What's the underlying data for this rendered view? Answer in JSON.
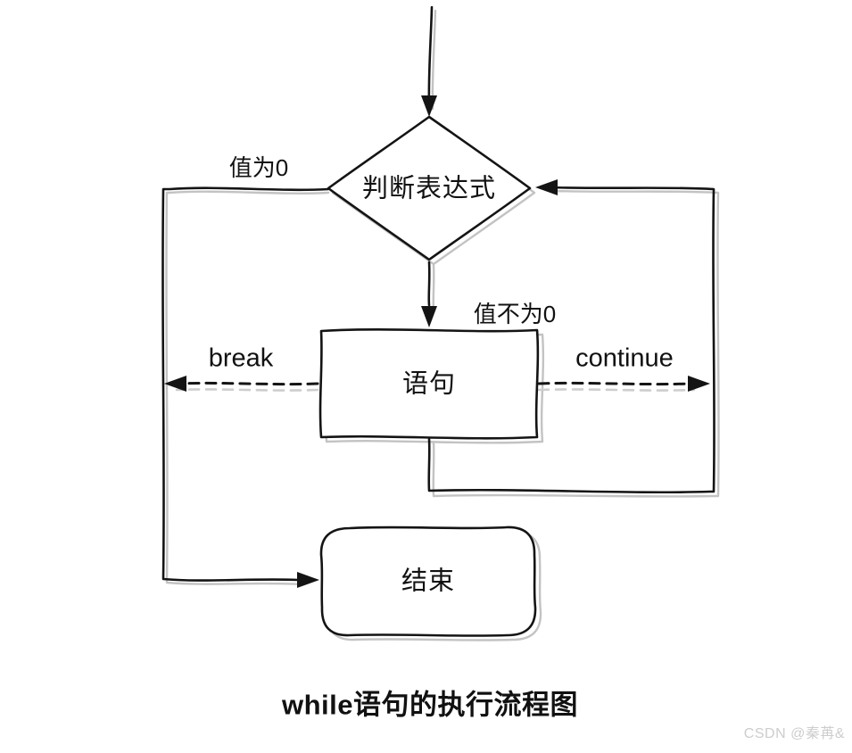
{
  "flowchart": {
    "title": "while语句的执行流程图",
    "nodes": [
      {
        "id": "decision",
        "shape": "diamond",
        "label": "判断表达式"
      },
      {
        "id": "statement",
        "shape": "rectangle",
        "label": "语句"
      },
      {
        "id": "end",
        "shape": "rounded-rectangle",
        "label": "结束"
      }
    ],
    "edges": [
      {
        "from": "entry",
        "to": "decision",
        "label": "",
        "style": "solid-arrow"
      },
      {
        "from": "decision",
        "to": "end",
        "label": "值为0",
        "style": "solid-arrow"
      },
      {
        "from": "decision",
        "to": "statement",
        "label": "值不为0",
        "style": "solid-arrow"
      },
      {
        "from": "statement",
        "to": "decision",
        "label": "",
        "style": "solid-arrow-loopback"
      },
      {
        "from": "statement",
        "to": "exit-path",
        "label": "break",
        "style": "dashed-arrow"
      },
      {
        "from": "statement",
        "to": "loop-path",
        "label": "continue",
        "style": "dashed-arrow"
      }
    ]
  },
  "watermark": "CSDN @秦苒&",
  "colors": {
    "ink": "#141414",
    "shadow": "#c3c3c3",
    "background": "#ffffff",
    "watermark_text": "#cdcdcd"
  }
}
